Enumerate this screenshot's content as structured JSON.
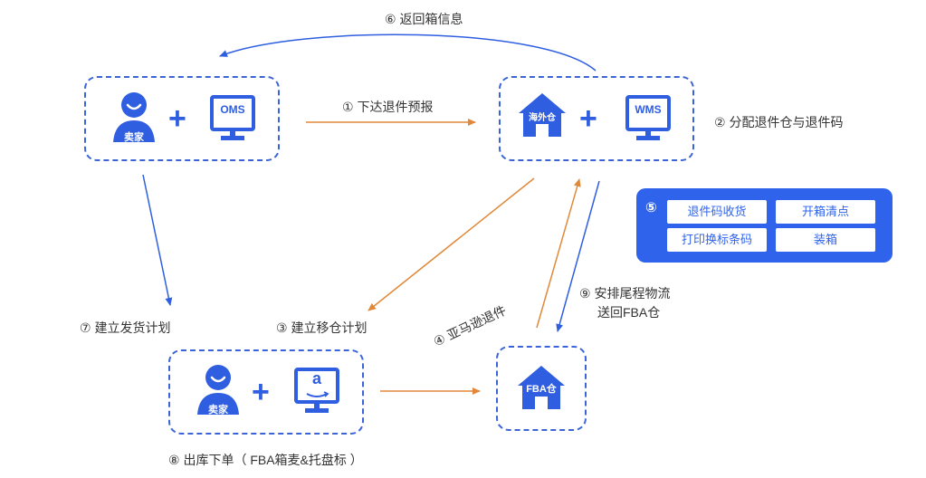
{
  "top_label": "⑥ 返回箱信息",
  "steps": {
    "s1": "① 下达退件预报",
    "s2": "② 分配退件仓与退件码",
    "s3": "③ 建立移仓计划",
    "s4": "④ 亚马逊退件",
    "s7": "⑦ 建立发货计划",
    "s8": "⑧ 出库下单（ FBA箱麦&托盘标 ）",
    "s9_line1": "⑨ 安排尾程物流",
    "s9_line2": "送回FBA仓"
  },
  "nodes": {
    "seller_label": "卖家",
    "oms_label": "OMS",
    "overseas_wh_label": "海外仓",
    "wms_label": "WMS",
    "seller2_label": "卖家",
    "amazon_glyph": "a",
    "fba_wh_label": "FBA仓",
    "plus": "+"
  },
  "panel5": {
    "number": "⑤",
    "buttons": [
      "退件码收货",
      "开箱清点",
      "打印换标条码",
      "装箱"
    ]
  },
  "colors": {
    "blue": "#2f5fe0",
    "orange": "#e0893a",
    "dash": "#3a64d8"
  }
}
